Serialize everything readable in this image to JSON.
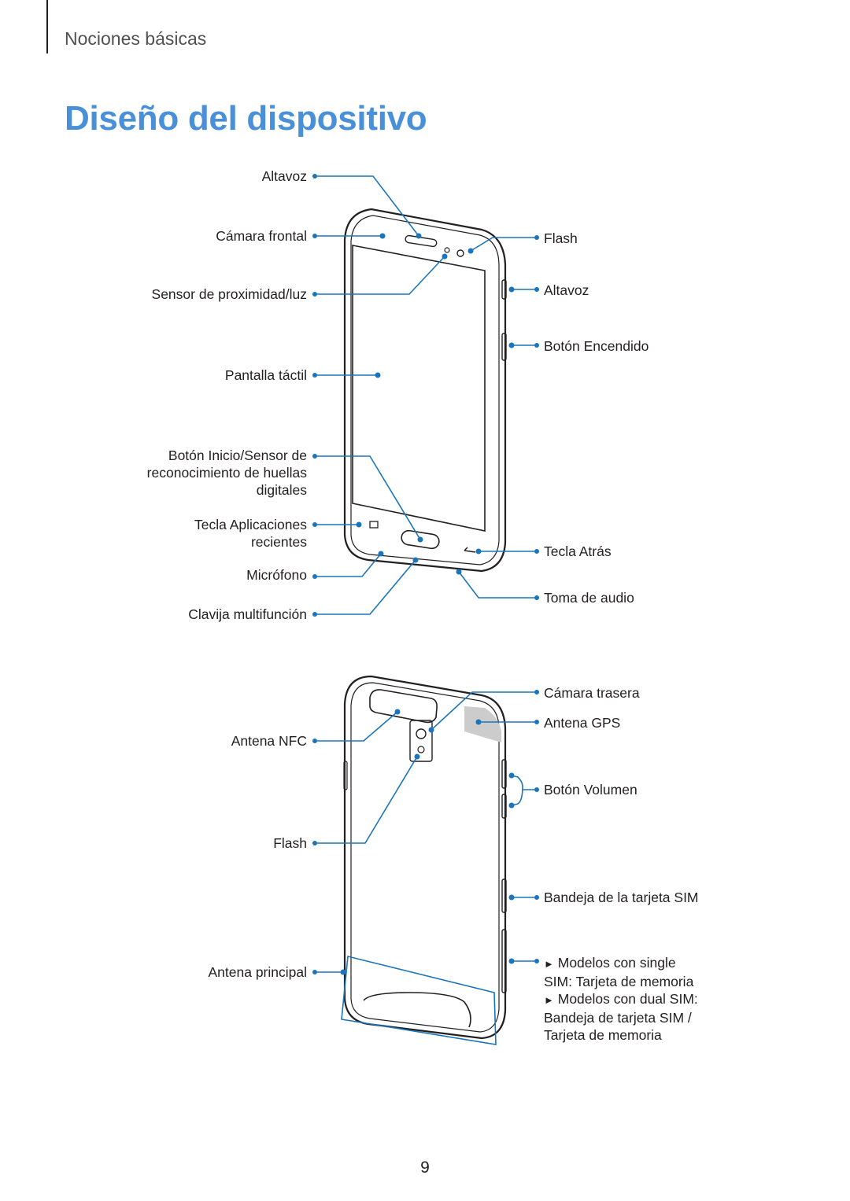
{
  "header": {
    "section": "Nociones básicas"
  },
  "title": "Diseño del dispositivo",
  "front": {
    "left_labels": [
      {
        "id": "altavoz",
        "text": "Altavoz"
      },
      {
        "id": "camara-frontal",
        "text": "Cámara frontal"
      },
      {
        "id": "sensor-proximidad",
        "text": "Sensor de proximidad/luz"
      },
      {
        "id": "pantalla-tactil",
        "text": "Pantalla táctil"
      },
      {
        "id": "boton-inicio",
        "text": "Botón Inicio/Sensor de\nreconocimiento de huellas\ndigitales"
      },
      {
        "id": "tecla-aplicaciones",
        "text": "Tecla Aplicaciones\nrecientes"
      },
      {
        "id": "microfono",
        "text": "Micrófono"
      },
      {
        "id": "clavija-multifuncion",
        "text": "Clavija multifunción"
      }
    ],
    "right_labels": [
      {
        "id": "flash",
        "text": "Flash"
      },
      {
        "id": "altavoz-lateral",
        "text": "Altavoz"
      },
      {
        "id": "boton-encendido",
        "text": "Botón Encendido"
      },
      {
        "id": "tecla-atras",
        "text": "Tecla Atrás"
      },
      {
        "id": "toma-audio",
        "text": "Toma de audio"
      }
    ]
  },
  "back": {
    "left_labels": [
      {
        "id": "antena-nfc",
        "text": "Antena NFC"
      },
      {
        "id": "flash-trasero",
        "text": "Flash"
      },
      {
        "id": "antena-principal",
        "text": "Antena principal"
      }
    ],
    "right_labels": [
      {
        "id": "camara-trasera",
        "text": "Cámara trasera"
      },
      {
        "id": "antena-gps",
        "text": "Antena GPS"
      },
      {
        "id": "boton-volumen",
        "text": "Botón Volumen"
      },
      {
        "id": "bandeja-sim",
        "text": "Bandeja de la tarjeta SIM"
      }
    ],
    "note": {
      "line1": "Modelos con single",
      "line2": "SIM: Tarjeta de memoria",
      "line3": "Modelos con dual SIM:",
      "line4": "Bandeja de tarjeta SIM /",
      "line5": "Tarjeta de memoria",
      "bullet": "►"
    }
  },
  "colors": {
    "accent": "#4a90d9",
    "callout": "#1a75bb",
    "text": "#231f20"
  },
  "page_number": "9"
}
